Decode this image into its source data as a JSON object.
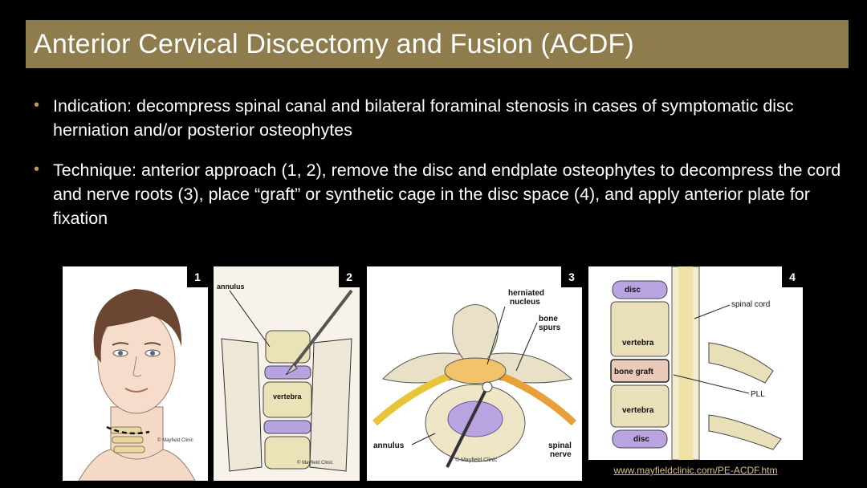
{
  "slide": {
    "title": "Anterior Cervical Discectomy and Fusion (ACDF)",
    "bullets": [
      "Indication: decompress spinal canal and bilateral foraminal stenosis in cases of symptomatic disc herniation and/or posterior osteophytes",
      "Technique: anterior approach (1, 2), remove the disc and endplate osteophytes to decompress the cord and nerve roots (3), place “graft” or synthetic cage in the disc space (4), and apply anterior plate for fixation"
    ]
  },
  "figures": {
    "fig1": {
      "number": "1",
      "copyright": "© Mayfield Clinic"
    },
    "fig2": {
      "number": "2",
      "labels": {
        "annulus": "annulus",
        "vertebra": "vertebra"
      },
      "copyright": "© Mayfield Clinic"
    },
    "fig3": {
      "number": "3",
      "labels": {
        "herniated": "herniated",
        "nucleus": "nucleus",
        "bone": "bone",
        "spurs": "spurs",
        "annulus": "annulus",
        "spinal": "spinal",
        "nerve": "nerve"
      },
      "copyright": "© Mayfield Clinic"
    },
    "fig4": {
      "number": "4",
      "labels": {
        "disc_top": "disc",
        "spinal_cord": "spinal cord",
        "vertebra_top": "vertebra",
        "bone_graft": "bone graft",
        "pll": "PLL",
        "vertebra_bottom": "vertebra",
        "disc_bottom": "disc"
      },
      "source_link": "www.mayfieldclinic.com/PE-ACDF.htm"
    }
  },
  "colors": {
    "title_bar": "#8e7c4c",
    "bullet_dot": "#b59b5c",
    "link": "#d9c08a"
  }
}
